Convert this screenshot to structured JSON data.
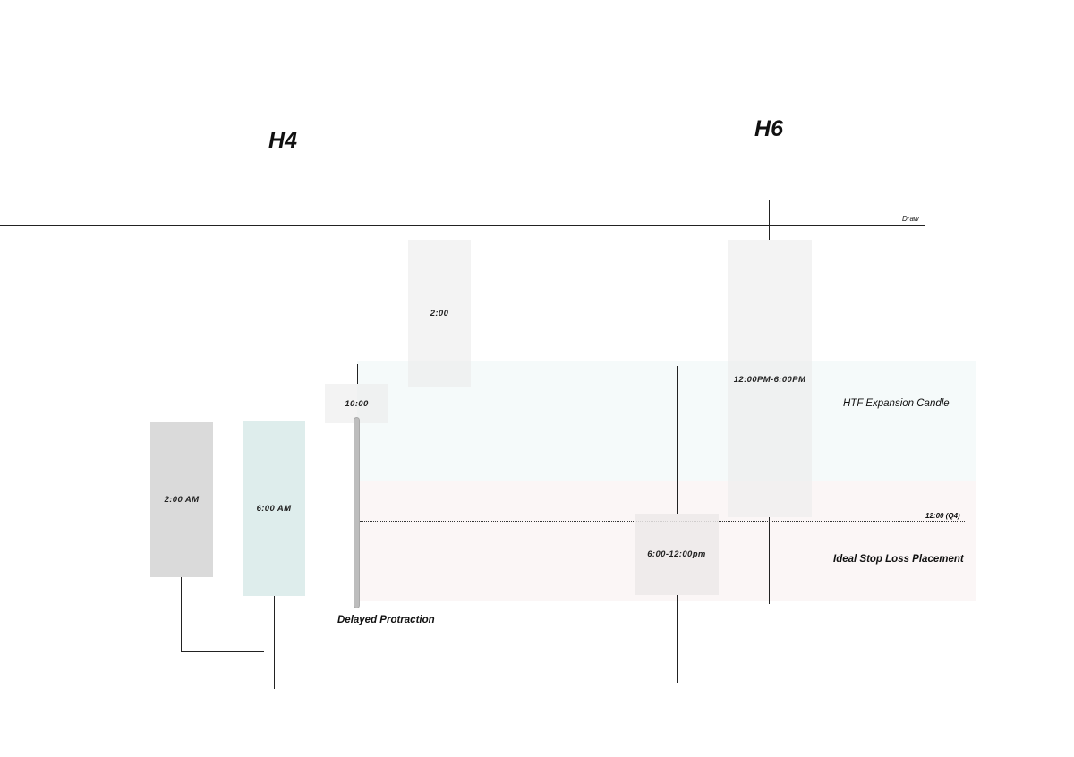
{
  "titles": {
    "left": "H4",
    "right": "H6"
  },
  "draw_label": "Draw",
  "candles": {
    "c_2am": "2:00 AM",
    "c_6am": "6:00 AM",
    "c_10": "10:00",
    "c_2": "2:00",
    "c_12to6": "12:00PM-6:00PM",
    "c_6to12": "6:00-12:00pm"
  },
  "labels": {
    "htf_expansion": "HTF Expansion Candle",
    "ideal_stop": "Ideal Stop Loss Placement",
    "midnight_q4": "12:00 (Q4)",
    "delayed_protraction": "Delayed Protraction"
  },
  "colors": {
    "expansion_zone": "#f5fafa",
    "stop_zone": "#fbf6f6",
    "candle_teal": "#deedec",
    "candle_gray": "#dadada"
  }
}
